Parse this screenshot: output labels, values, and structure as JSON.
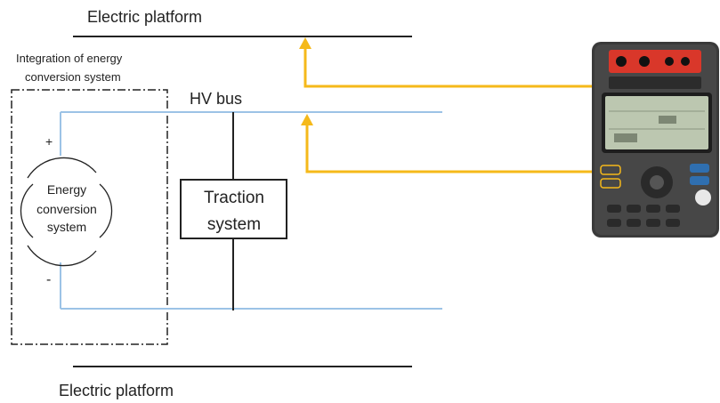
{
  "labels": {
    "top_platform": "Electric platform",
    "bottom_platform": "Electric platform",
    "integration_line1": "Integration of energy",
    "integration_line2": "conversion system",
    "hv_bus": "HV bus",
    "plus": "+",
    "minus": "-",
    "energy_line1": "Energy",
    "energy_line2": "conversion",
    "energy_line3": "system",
    "traction_line1": "Traction",
    "traction_line2": "system"
  },
  "colors": {
    "bus_line": "#9cc3e6",
    "probe_lead": "#f5b91a",
    "platform_line": "#222222",
    "meter_body": "#3a3a3a",
    "meter_panel": "#d9372a",
    "meter_screen": "#bcc7b0"
  },
  "icons": {
    "meter": "insulation-tester-icon"
  }
}
